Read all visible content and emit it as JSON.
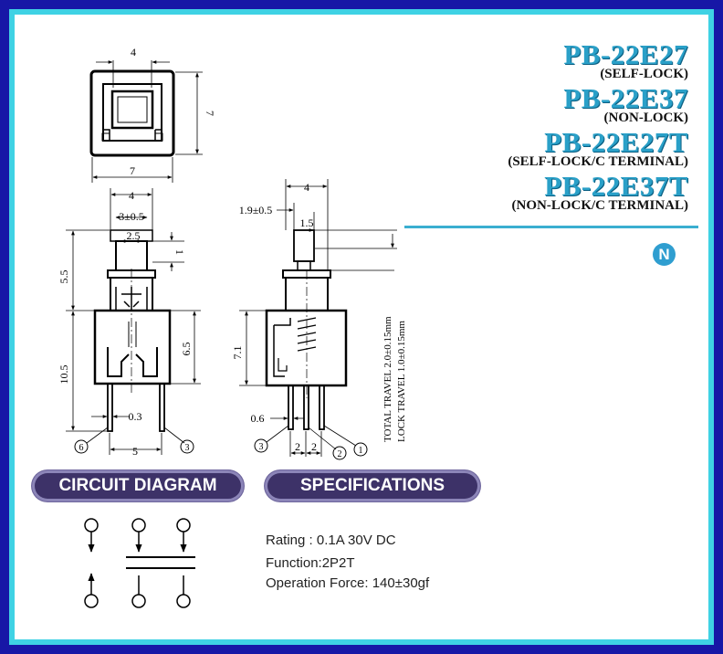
{
  "models": [
    {
      "name": "PB-22E27",
      "type": "(SELF-LOCK)"
    },
    {
      "name": "PB-22E37",
      "type": "(NON-LOCK)"
    },
    {
      "name": "PB-22E27T",
      "type": "(SELF-LOCK/C  TERMINAL)"
    },
    {
      "name": "PB-22E37T",
      "type": "(NON-LOCK/C  TERMINAL)"
    }
  ],
  "badge": "N",
  "top_view": {
    "width": "4",
    "body_w": "7",
    "body_h": "7"
  },
  "front_view": {
    "w4": "4",
    "w3": "3±0.5",
    "w25": "2.5",
    "d1": "1",
    "h55": "5.5",
    "h65": "6.5",
    "h105": "10.5",
    "pin03": "0.3",
    "pitch5": "5",
    "pin_left": "6",
    "pin_right": "3"
  },
  "side_view": {
    "w4": "4",
    "w19": "1.9±0.5",
    "w15": "1.5",
    "h71": "7.1",
    "pin06": "0.6",
    "pitch_a": "2",
    "pitch_b": "2",
    "pin_a": "3",
    "pin_b": "2",
    "pin_c": "1",
    "travel_total": "TOTAL  TRAVEL  2.0±0.15mm",
    "travel_lock": "LOCK  TRAVEL  1.0±0.15mm"
  },
  "sections": {
    "circuit": "CIRCUIT DIAGRAM",
    "specs": "SPECIFICATIONS"
  },
  "specifications": {
    "rating": "Rating : 0.1A 30V DC",
    "function": "Function:2P2T",
    "force": "Operation Force: 140±30gf"
  },
  "colors": {
    "frame": "#1717a6",
    "frame_inner": "#3fd2e4",
    "title": "#2aa0c8",
    "pill": "#3d3268"
  }
}
